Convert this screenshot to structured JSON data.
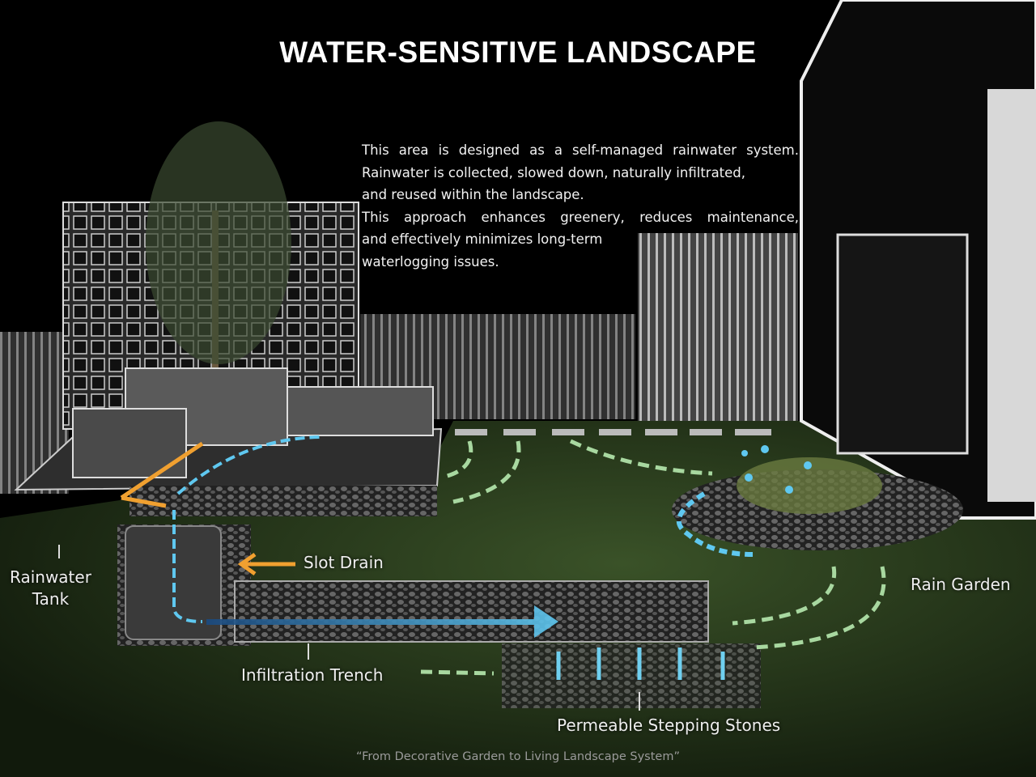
{
  "title": "WATER-SENSITIVE LANDSCAPE",
  "description": [
    "This area is designed as a self-managed rainwater system. Rainwater is collected, slowed down, naturally infiltrated,",
    "and reused within the landscape.",
    "This approach enhances greenery, reduces maintenance,",
    "and effectively minimizes long-term",
    "waterlogging issues."
  ],
  "labels": {
    "rainwater_tank_line1": "Rainwater",
    "rainwater_tank_line2": "Tank",
    "slot_drain": "Slot Drain",
    "rain_garden": "Rain Garden",
    "infiltration_trench": "Infiltration Trench",
    "permeable_stepping_stones": "Permeable Stepping Stones"
  },
  "caption": "“From Decorative Garden to Living Landscape System”",
  "colors": {
    "water_flow": "#5fc8f0",
    "green_flow": "#a8d8a0",
    "orange_flow": "#f0a030",
    "lawn": "#263a1e"
  }
}
